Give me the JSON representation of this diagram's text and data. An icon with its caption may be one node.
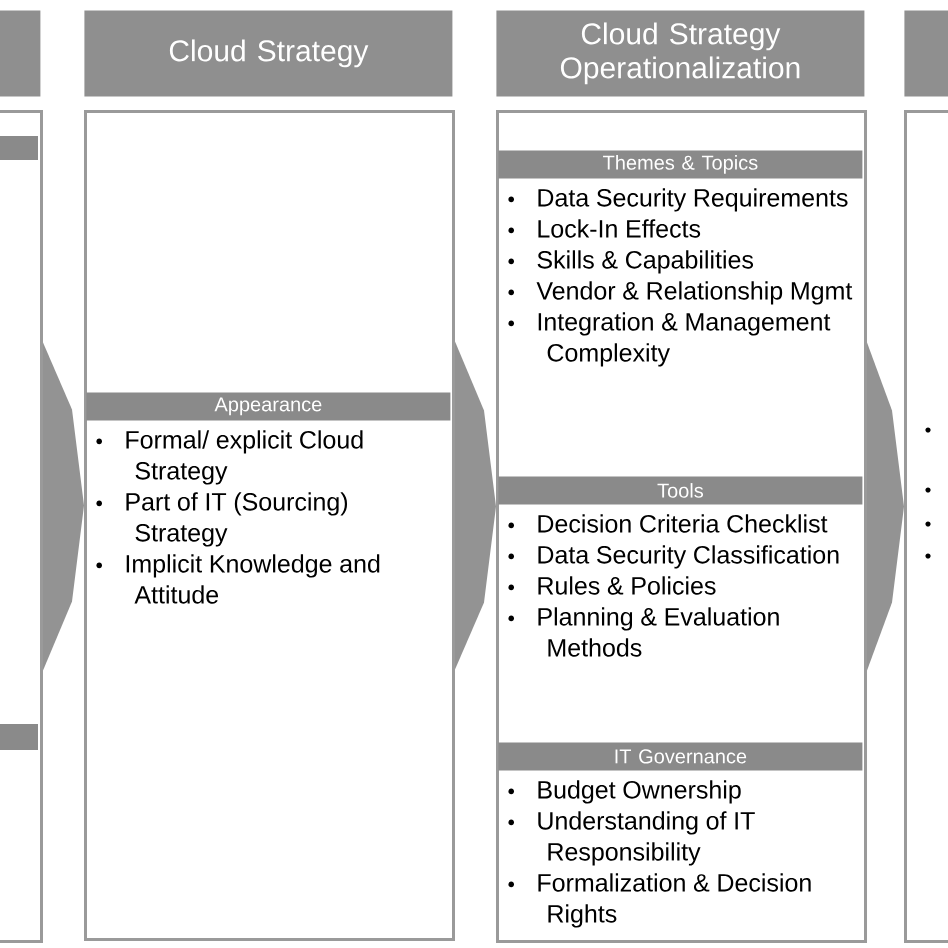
{
  "diagram": {
    "nodes": [
      {
        "text": [],
        "shape": "box"
      },
      {
        "text": [],
        "shape": "box"
      },
      {
        "text": [
          "Cloud Strategy"
        ]
      },
      {
        "text": [],
        "shape": "box"
      },
      {
        "text": [
          "Appearance",
          "Formal/ explicit Cloud Strategy",
          "Part of IT (Sourcing) Strategy",
          "Implicit Knowledge and Attitude"
        ],
        "in": 3
      },
      {
        "text": [
          "Cloud Strategy Operationalization"
        ]
      },
      {
        "text": [],
        "shape": "box"
      },
      {
        "text": [
          "Themes & Topics",
          "Data Security Requirements",
          "Lock-In Effects",
          "Skills & Capabilities",
          "Vendor & Relationship Mgmt",
          "Integration & Management Complexity"
        ],
        "in": 6
      },
      {
        "text": [
          "Tools",
          "Decision Criteria Checklist",
          "Data Security Classification",
          "Rules & Policies",
          "Planning & Evaluation Methods"
        ],
        "in": 6
      },
      {
        "text": [
          "IT Governance",
          "Budget Ownership",
          "Understanding of IT Responsibility",
          "Formalization & Decision Rights"
        ],
        "in": 6
      },
      {
        "text": [],
        "shape": "box"
      },
      {
        "text": [],
        "shape": "box"
      }
    ],
    "edges": [
      {
        "from": 1,
        "to": 3,
        "arrow": "to"
      },
      {
        "from": 3,
        "to": 6,
        "arrow": "to"
      },
      {
        "from": 6,
        "to": 11,
        "arrow": "to"
      }
    ]
  }
}
